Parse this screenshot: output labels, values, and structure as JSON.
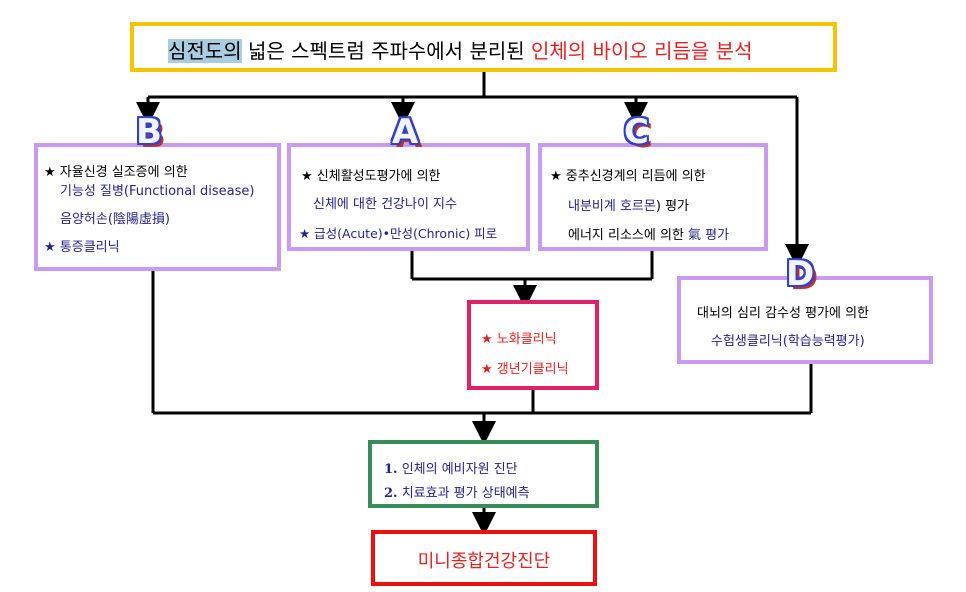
{
  "title": {
    "highlight": "심전도의",
    "middle": " 넓은 스펙트럼 주파수에서 분리된 ",
    "red": "인체의 바이오 리듬을 분석"
  },
  "boxes": {
    "B": {
      "letter": "B",
      "line1": "★ 자율신경 실조증에 의한",
      "line2": "기능성 질병(Functional disease)",
      "line3": "음양허손(陰陽虛損)",
      "line4": "★ 통증클리닉"
    },
    "A": {
      "letter": "A",
      "line1": "★ 신체활성도평가에 의한",
      "line2": "신체에 대한 건강나이 지수",
      "line3": "★ 급성(Acute)•만성(Chronic) 피로"
    },
    "C": {
      "letter": "C",
      "line1": "★ 중추신경계의 리듬에 의한",
      "line2a": "내분비계 호르몬",
      "line2b": ") 평가",
      "line3a": "에너지 리소스에 의한 ",
      "line3b": "氣 평가"
    },
    "D": {
      "letter": "D",
      "line1": "대뇌의 심리 감수성 평가에 의한",
      "line2": "수험생클리닉(학습능력평가)"
    },
    "aging": {
      "line1": "★ 노화클리닉",
      "line2": "★ 갱년기클리닉"
    },
    "diag": {
      "line1_num": "1.",
      "line1": " 인체의 예비자원 진단",
      "line2_num": "2.",
      "line2": " 치료효과 평가 상태예측"
    },
    "final": {
      "label": "미니종합건강진단"
    }
  },
  "colors": {
    "title_border": "#f5c400",
    "lavender_border": "#c99af0",
    "pink_border": "#e0206a",
    "green_border": "#3a8a5a",
    "red_border": "#ee1010",
    "highlight_bg": "#a9cce3",
    "text_blue": "#23238e",
    "text_red": "#e82020",
    "line": "#000000"
  }
}
